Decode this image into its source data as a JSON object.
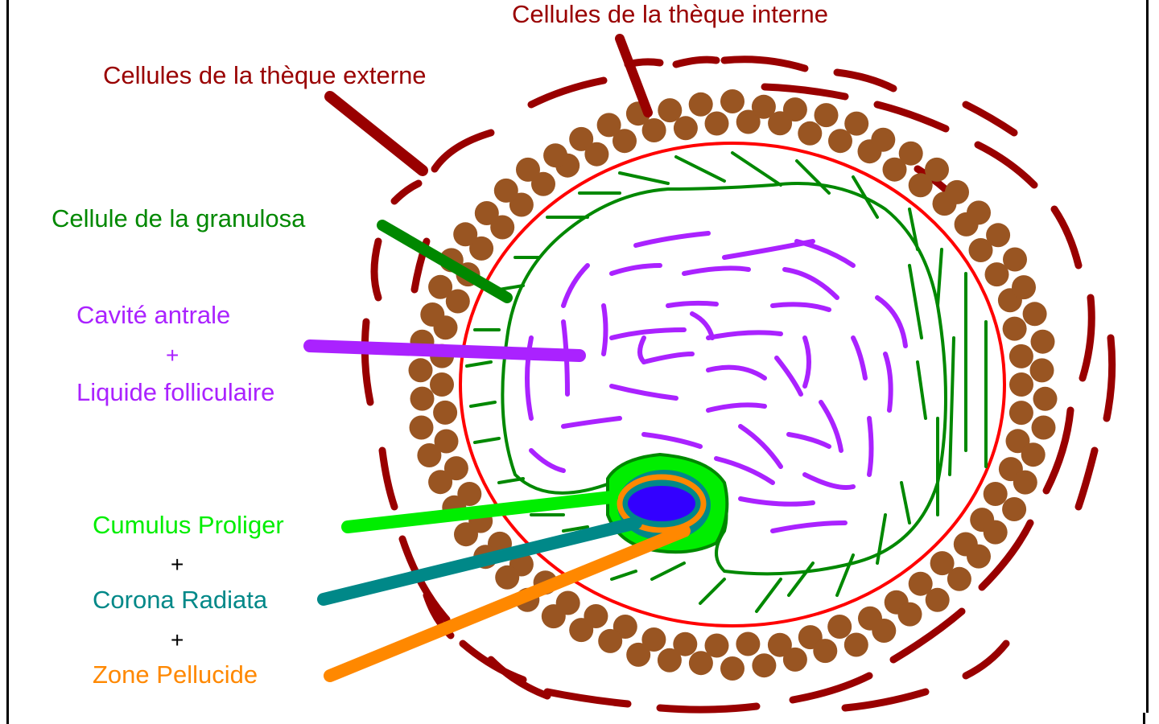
{
  "labels": {
    "theque_interne": "Cellules de la thèque interne",
    "theque_externe": "Cellules de la thèque externe",
    "granulosa": "Cellule de la granulosa",
    "cavite": "Cavité antrale",
    "plus1": "+",
    "liquide": "Liquide folliculaire",
    "cumulus": "Cumulus Proliger",
    "plus2": "+",
    "corona": "Corona Radiata",
    "plus3": "+",
    "zone": "Zone Pellucide"
  },
  "colors": {
    "theque_externe": "#990000",
    "theque_interne_cells": "#995522",
    "basal_membrane": "#ff0000",
    "granulosa": "#008800",
    "cavite": "#aa22ff",
    "cumulus": "#00ee00",
    "corona": "#008888",
    "zone": "#ff8800",
    "oocyte": "#3300ff",
    "plus": "#000000"
  }
}
